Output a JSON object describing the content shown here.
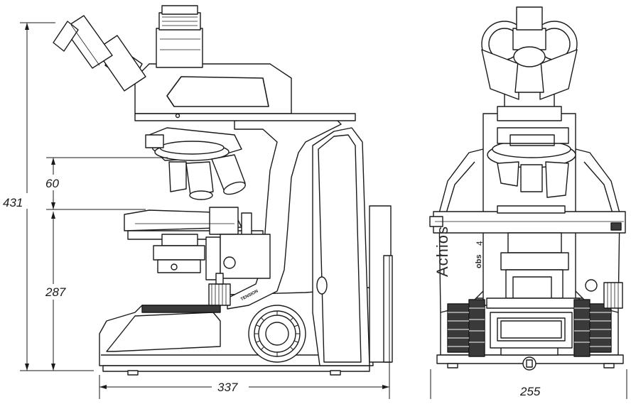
{
  "dimensions": {
    "total_height": "431",
    "objective_gap": "60",
    "stage_height": "287",
    "depth": "337",
    "width": "255"
  },
  "brand": {
    "name": "Achios",
    "suffix": "obs",
    "numeral": "4"
  },
  "engraving": {
    "focus_marking": "TENSION"
  },
  "colors": {
    "line": "#1a1a1a",
    "fill": "#ffffff",
    "dark": "#3a3a3a"
  }
}
